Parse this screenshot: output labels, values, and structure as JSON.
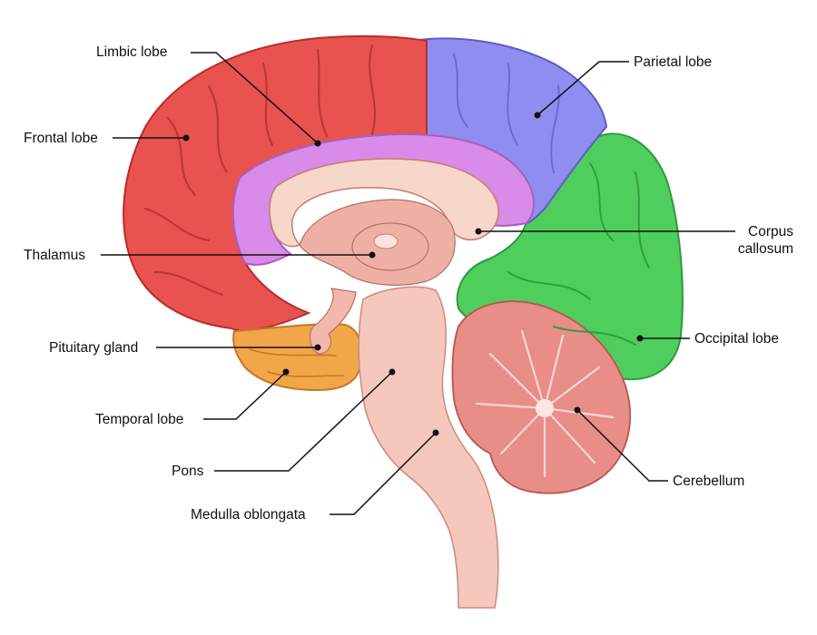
{
  "labels": {
    "limbic": "Limbic lobe",
    "frontal": "Frontal lobe",
    "thalamus": "Thalamus",
    "pituitary": "Pituitary gland",
    "temporal": "Temporal lobe",
    "pons": "Pons",
    "medulla": "Medulla oblongata",
    "parietal": "Parietal lobe",
    "corpus_line1": "Corpus",
    "corpus_line2": "callosum",
    "occipital": "Occipital lobe",
    "cerebellum": "Cerebellum"
  },
  "colors": {
    "frontal": "#e8524f",
    "parietal": "#8f8ef0",
    "occipital": "#4fce5d",
    "limbic": "#d88be8",
    "temporal": "#f2a64a",
    "cerebellum": "#e88d88",
    "brainstem": "#f6c7bd",
    "interior": "#eeb0a4",
    "leader": "#111111"
  }
}
